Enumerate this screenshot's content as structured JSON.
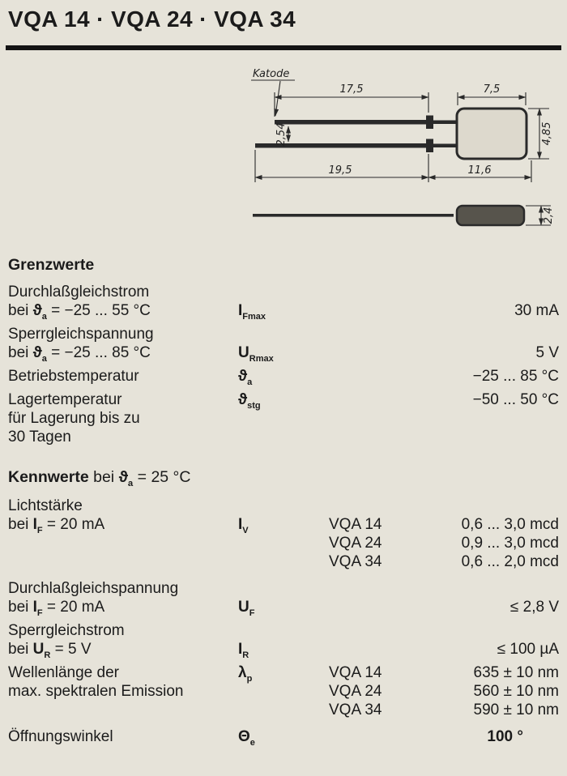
{
  "page": {
    "title": "VQA 14 · VQA 24 · VQA 34"
  },
  "drawing": {
    "katode_label": "Katode",
    "dims": {
      "lead_top_length": "17,5",
      "body_length": "7,5",
      "body_diameter": "4,85",
      "lead_pitch": "2,54",
      "lead_bottom_length": "19,5",
      "body_total_length": "11,6",
      "small_body_diameter": "2,4"
    }
  },
  "grenzwerte": {
    "heading": "Grenzwerte",
    "rows": [
      {
        "name": "Durchlaßgleichstrom",
        "cond_pre": "bei ",
        "cond_sym": "ϑ",
        "cond_sub": "a",
        "cond_post": " = −25 ... 55 °C",
        "symbol": "I",
        "symbol_sub": "Fmax",
        "value": "30 mA"
      },
      {
        "name": "Sperrgleichspannung",
        "cond_pre": "bei ",
        "cond_sym": "ϑ",
        "cond_sub": "a",
        "cond_post": " = −25 ... 85 °C",
        "symbol": "U",
        "symbol_sub": "Rmax",
        "value": "5 V"
      },
      {
        "name": "Betriebstemperatur",
        "symbol": "ϑ",
        "symbol_sub": "a",
        "value": "−25 ... 85  °C"
      },
      {
        "name": "Lagertemperatur",
        "extra_line1": "für Lagerung bis zu",
        "extra_line2": "30 Tagen",
        "symbol": "ϑ",
        "symbol_sub": "stg",
        "value": "−50 ... 50  °C"
      }
    ]
  },
  "kennwerte": {
    "heading_bold": "Kennwerte",
    "heading_pre": " bei ",
    "heading_sym": "ϑ",
    "heading_sub": "a",
    "heading_post": " = 25 °C",
    "rows": [
      {
        "name": "Lichtstärke",
        "cond_pre": "bei ",
        "cond_sym": "I",
        "cond_sub": "F",
        "cond_post": " = 20 mA",
        "symbol": "I",
        "symbol_sub": "V",
        "variants": [
          {
            "type": "VQA 14",
            "value": "0,6 ... 3,0 mcd"
          },
          {
            "type": "VQA 24",
            "value": "0,9 ... 3,0 mcd"
          },
          {
            "type": "VQA 34",
            "value": "0,6 ... 2,0 mcd"
          }
        ]
      },
      {
        "name": "Durchlaßgleichspannung",
        "cond_pre": "bei ",
        "cond_sym": "I",
        "cond_sub": "F",
        "cond_post": " = 20 mA",
        "symbol": "U",
        "symbol_sub": "F",
        "value": "≤ 2,8 V"
      },
      {
        "name": "Sperrgleichstrom",
        "cond_pre": "bei ",
        "cond_sym": "U",
        "cond_sub": "R",
        "cond_post": " = 5 V",
        "symbol": "I",
        "symbol_sub": "R",
        "value": "≤ 100 µA"
      },
      {
        "name": "Wellenlänge der",
        "name_line2": "max. spektralen Emission",
        "symbol": "λ",
        "symbol_sub": "p",
        "variants": [
          {
            "type": "VQA 14",
            "value": "635 ± 10 nm"
          },
          {
            "type": "VQA 24",
            "value": "560 ± 10 nm"
          },
          {
            "type": "VQA 34",
            "value": "590 ± 10 nm"
          }
        ]
      },
      {
        "name": "Öffnungswinkel",
        "symbol": "Θ",
        "symbol_sub": "e",
        "value": "100 °"
      }
    ]
  }
}
